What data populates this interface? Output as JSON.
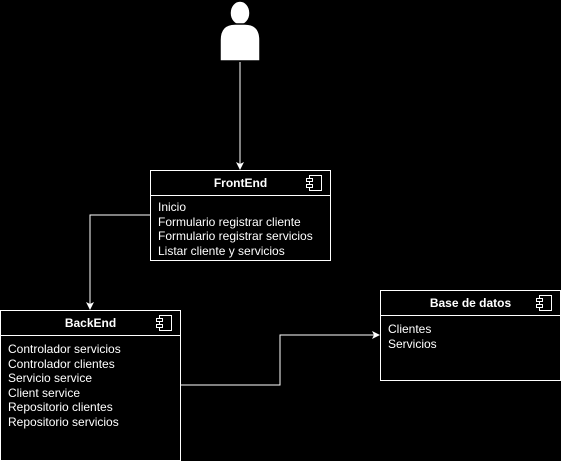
{
  "colors": {
    "background": "#000000",
    "stroke": "#ffffff",
    "text": "#ffffff"
  },
  "actor": {
    "icon": "user-icon"
  },
  "components": {
    "frontend": {
      "title": "FrontEnd",
      "icon": "component-icon",
      "items": [
        "Inicio",
        "Formulario registrar cliente",
        "Formulario registrar servicios",
        "Listar cliente y servicios"
      ]
    },
    "backend": {
      "title": "BackEnd",
      "icon": "component-icon",
      "items": [
        "Controlador servicios",
        "Controlador clientes",
        "Servicio service",
        "Client service",
        "Repositorio clientes",
        "Repositorio servicios"
      ]
    },
    "database": {
      "title": "Base de datos",
      "icon": "component-icon",
      "items": [
        "Clientes",
        "Servicios"
      ]
    }
  },
  "connections": [
    {
      "from": "actor",
      "to": "frontend",
      "arrow": true
    },
    {
      "from": "frontend",
      "to": "backend",
      "arrow": true
    },
    {
      "from": "backend",
      "to": "database",
      "arrow": true
    }
  ]
}
